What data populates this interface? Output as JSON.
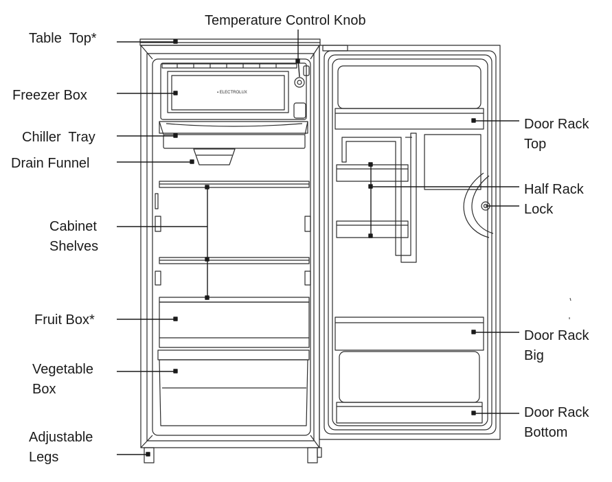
{
  "labels": {
    "temperature_control_knob": "Temperature Control Knob",
    "table_top": "Table  Top*",
    "freezer_box": "Freezer Box",
    "chiller_tray": "Chiller  Tray",
    "drain_funnel": "Drain Funnel",
    "cabinet_shelves": "Cabinet\nShelves",
    "fruit_box": "Fruit Box*",
    "vegetable_box": "Vegetable\nBox",
    "adjustable_legs": "Adjustable\nLegs",
    "door_rack_top": "Door Rack\nTop",
    "half_rack_lock": "Half Rack\nLock",
    "door_rack_big": "Door Rack\nBig",
    "door_rack_bottom": "Door Rack\nBottom"
  },
  "freezer_brand_mark": "▪ ELECTROLUX",
  "colors": {
    "line": "#2b2b2b",
    "text": "#1a1a1a",
    "background": "#ffffff"
  }
}
